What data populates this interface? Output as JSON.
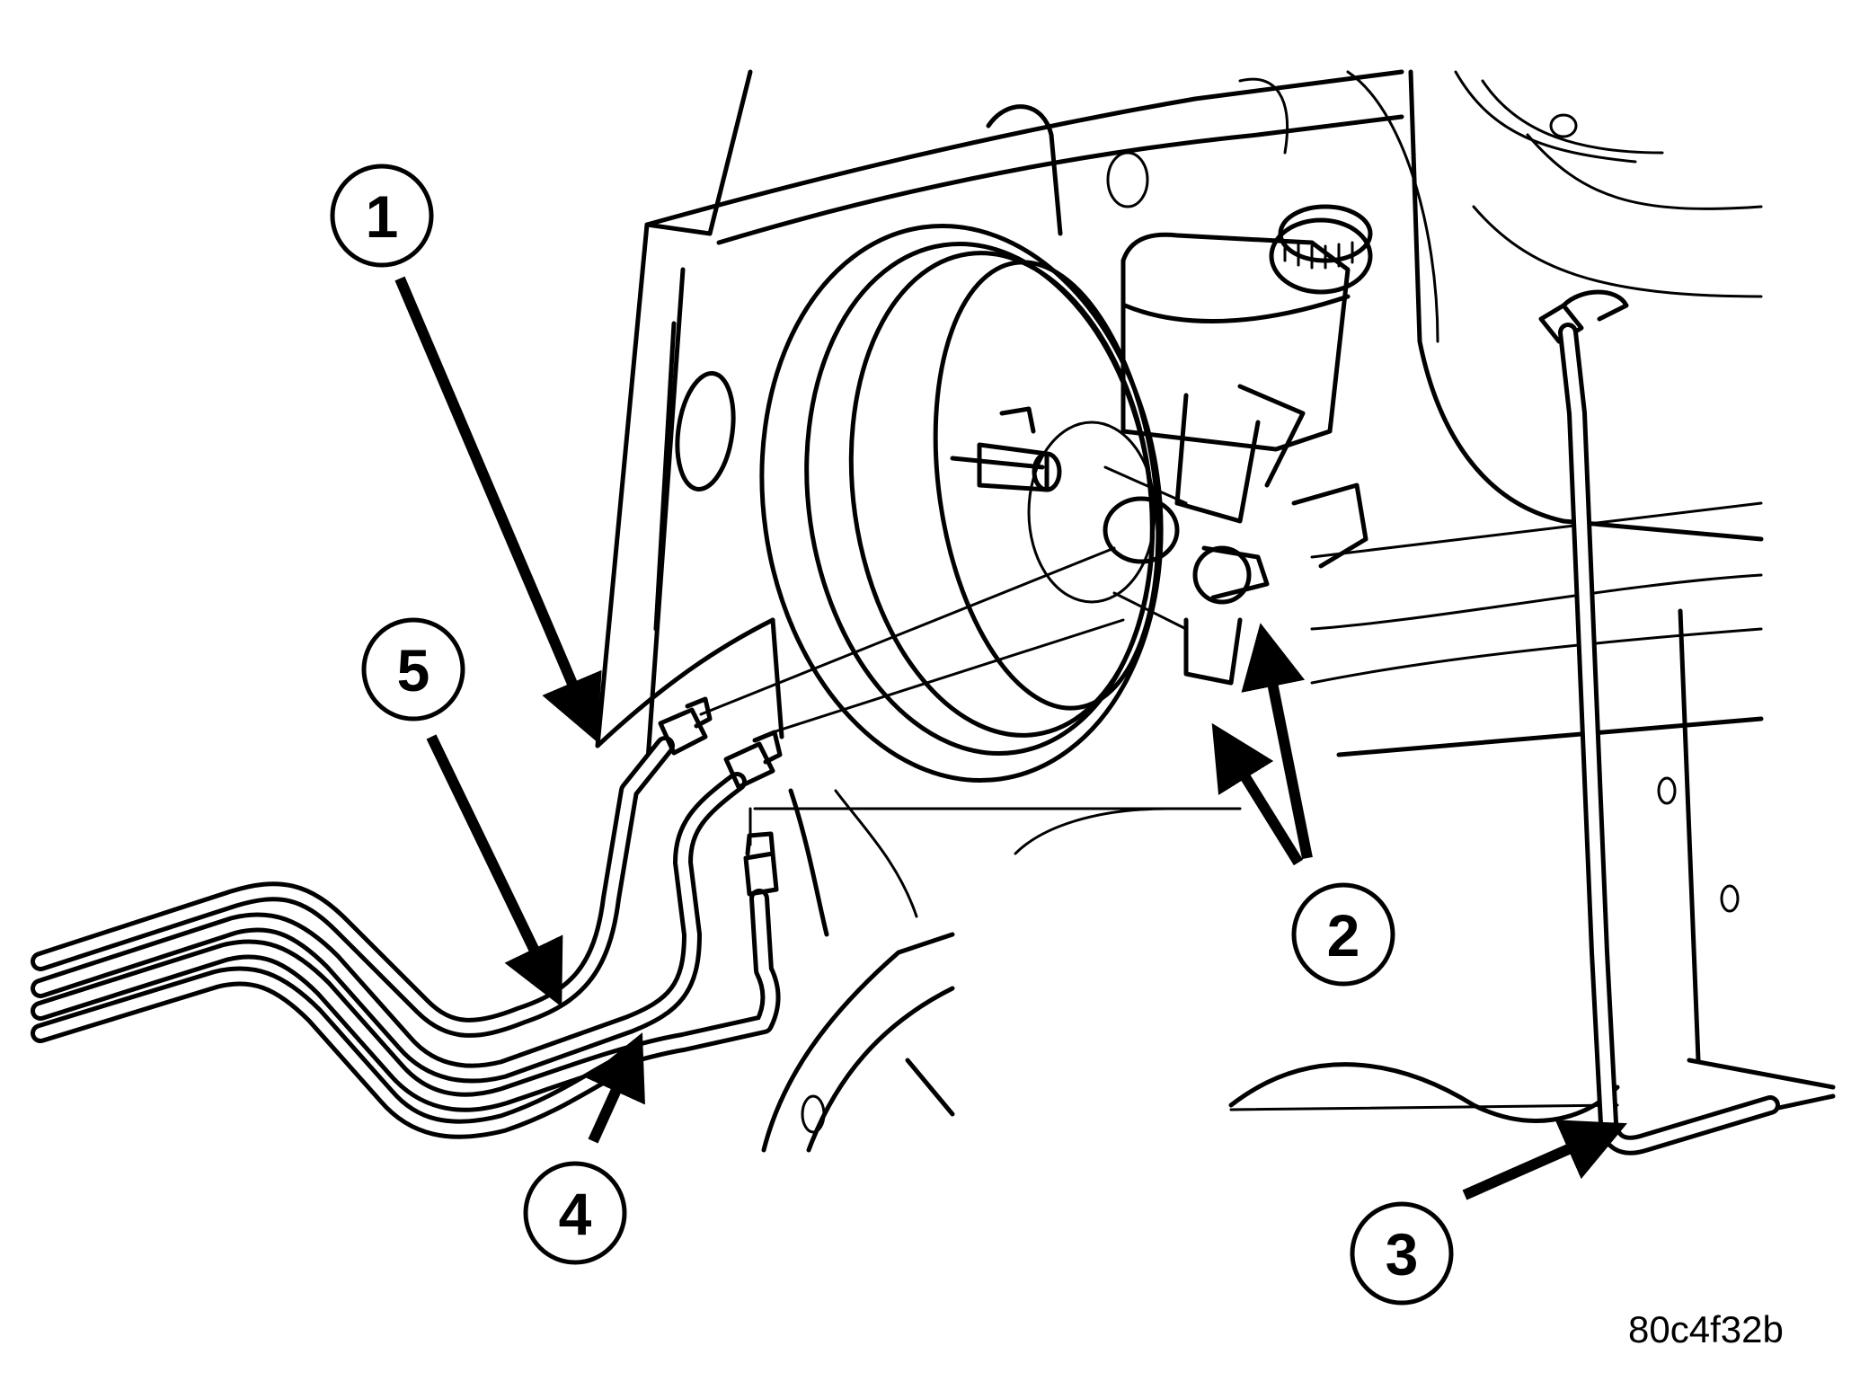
{
  "callouts": [
    {
      "id": 1,
      "label": "1"
    },
    {
      "id": 2,
      "label": "2"
    },
    {
      "id": 3,
      "label": "3"
    },
    {
      "id": 4,
      "label": "4"
    },
    {
      "id": 5,
      "label": "5"
    }
  ],
  "figure_id": "80c4f32b"
}
